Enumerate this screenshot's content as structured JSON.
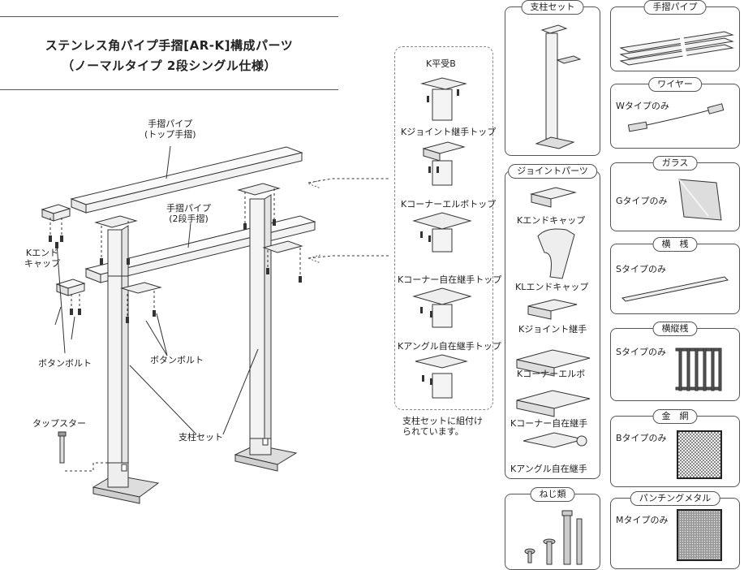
{
  "title": {
    "line1": "ステンレス角パイプ手摺[AR-K]構成パーツ",
    "line2": "（ノーマルタイプ 2段シングル仕様）"
  },
  "main_labels": {
    "handrail_top": [
      "手摺パイプ",
      "(トップ手摺)"
    ],
    "handrail_2nd": [
      "手摺パイプ",
      "(2段手摺)"
    ],
    "end_cap": [
      "Kエンド",
      "キャップ"
    ],
    "button_bolt_left": "ボタンボルト",
    "button_bolt_right": "ボタンボルト",
    "tap_star": "タップスター",
    "post_set": "支柱セット"
  },
  "top_parts": {
    "items": [
      "K平受B",
      "Kジョイント継手トップ",
      "Kコーナーエルボトップ",
      "Kコーナー自在継手トップ",
      "Kアングル自在継手トップ"
    ],
    "note": [
      "支柱セットに組付け",
      "られています。"
    ]
  },
  "panels": {
    "post_set": {
      "tab": "支柱セット"
    },
    "handrail_pipe": {
      "tab": "手摺パイプ"
    },
    "wire": {
      "tab": "ワイヤー",
      "label": "Wタイプのみ"
    },
    "glass": {
      "tab": "ガラス",
      "label": "Gタイプのみ"
    },
    "horizontal_bar": {
      "tab": "横　桟",
      "label": "Sタイプのみ"
    },
    "vertical_bar": {
      "tab": "横縦桟",
      "label": "Sタイプのみ"
    },
    "wire_mesh": {
      "tab": "金　網",
      "label": "Bタイプのみ"
    },
    "joint_parts": {
      "tab": "ジョイントパーツ",
      "items": [
        "Kエンドキャップ",
        "KLエンドキャップ",
        "Kジョイント継手",
        "Kコーナーエルボ",
        "Kコーナー自在継手",
        "Kアングル自在継手"
      ]
    },
    "screws": {
      "tab": "ねじ類"
    },
    "punching_metal": {
      "tab": "パンチングメタル",
      "label": "Mタイプのみ"
    }
  }
}
